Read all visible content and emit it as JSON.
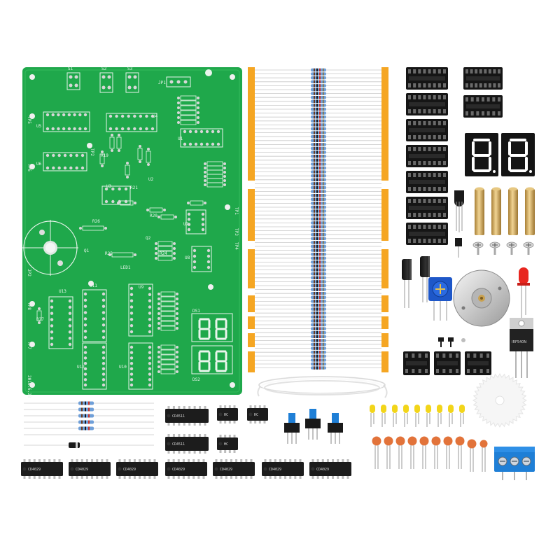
{
  "scene": {
    "description_colors": {
      "pcb": "#1fa84b",
      "pcb_dark": "#168a3b",
      "silk": "#e9f5ec",
      "tape": "#f5a623",
      "resistor": "#6f9fd8",
      "chip": "#1c1c1c",
      "socket": "#151515",
      "display": "#141414",
      "display_segment": "#ffffff",
      "capacitor": "#e2733a",
      "led_yellow": "#f2d51a",
      "led_red": "#e8261f",
      "terminal": "#1f7fd6",
      "trimmer": "#1e57c8",
      "motor": "#c8c8c8",
      "brass": "#d9b56a"
    },
    "pcb_labels": {
      "tp1": "TP1",
      "tp2": "TP2",
      "tp3": "TP3",
      "tp4": "TP4",
      "tp5": "TP5",
      "tp6": "TP6",
      "tp7": "TP7",
      "tp8": "TP8",
      "jp1": "JP1",
      "jp2": "JP2",
      "u1": "U1",
      "u2": "U2",
      "u3": "U3",
      "u4": "U4",
      "u5": "U5",
      "u6": "U6",
      "u7": "U7",
      "u8": "U8",
      "u9": "U9",
      "u10": "U10",
      "u11": "U11",
      "u12": "U12",
      "u13": "U13",
      "s1": "S1",
      "s2": "S2",
      "s3": "S3",
      "ds1": "DS1",
      "ds2": "DS2",
      "led1": "LED1",
      "q1": "Q1",
      "q2": "Q2",
      "r19": "R19",
      "r20": "R20",
      "r21": "R21",
      "r24": "R24",
      "r25": "R25",
      "r26": "R26",
      "r27": "R27",
      "date": "2016.6.28"
    },
    "chip_marks": {
      "cd4511": "CD4511",
      "hc": "HC",
      "mosfet": "IRF540N",
      "driver": "CD4029"
    }
  }
}
